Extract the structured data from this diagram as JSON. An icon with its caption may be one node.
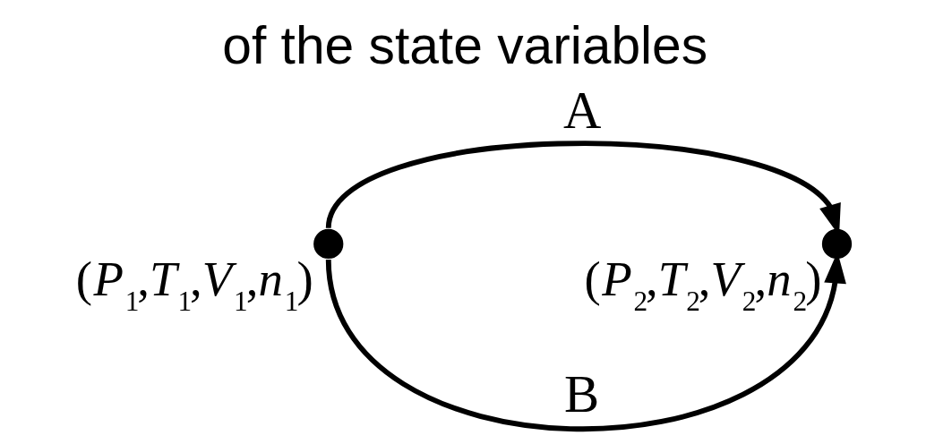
{
  "diagram": {
    "title": "of the state variables",
    "nodes": [
      {
        "text": [],
        "shape": "circle",
        "beside": [
          "(*P*$_{1}$,*T*$_{1}$,*V*$_{1}$,*n*$_{1}$)"
        ]
      },
      {
        "text": [],
        "shape": "circle",
        "beside": [
          "(*P*$_{2}$,*T*$_{2}$,*V*$_{2}$,*n*$_{2}$)"
        ]
      }
    ],
    "edges": [
      {
        "from": 0,
        "to": 1,
        "arrow": "to",
        "label": "A"
      },
      {
        "from": 0,
        "to": 1,
        "arrow": "to",
        "label": "B"
      }
    ]
  }
}
